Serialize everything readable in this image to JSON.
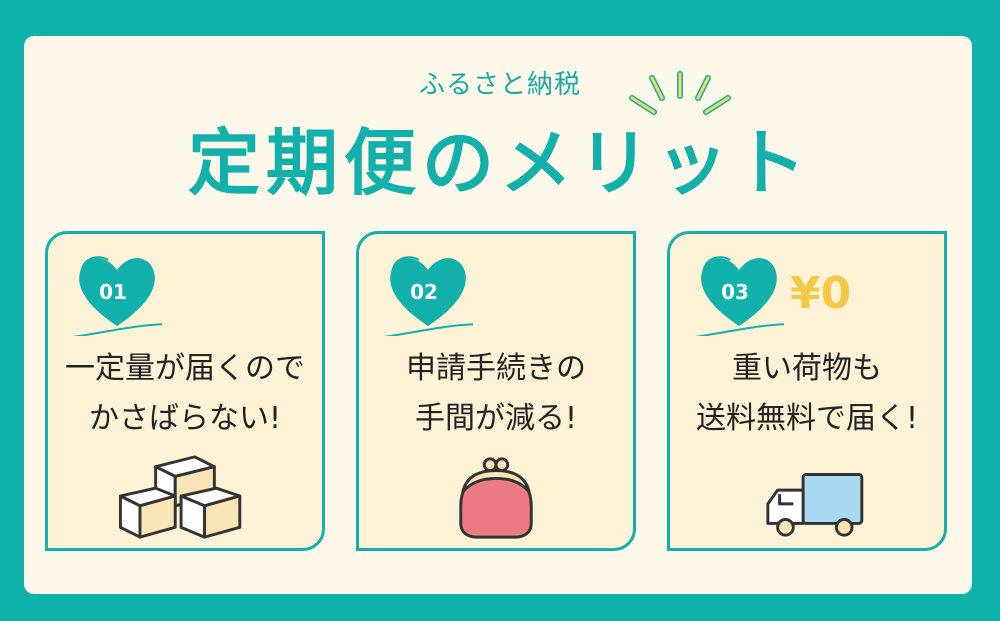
{
  "header": {
    "subtitle": "ふるさと納税",
    "title": "定期便のメリット"
  },
  "colors": {
    "background": "#0fb1ab",
    "panel": "#fdf8e9",
    "card": "#fef3d6",
    "accent": "#12b0aa",
    "sparkle": "#f1d860",
    "yen": "#f4c94a"
  },
  "cards": [
    {
      "number": "01",
      "line1": "一定量が届くので",
      "line2": "かさばらない!",
      "icon": "boxes-icon"
    },
    {
      "number": "02",
      "line1": "申請手続きの",
      "line2": "手間が減る!",
      "icon": "coin-purse-icon"
    },
    {
      "number": "03",
      "line1": "重い荷物も",
      "line2": "送料無料で届く!",
      "icon": "truck-icon",
      "badge": "¥0"
    }
  ]
}
